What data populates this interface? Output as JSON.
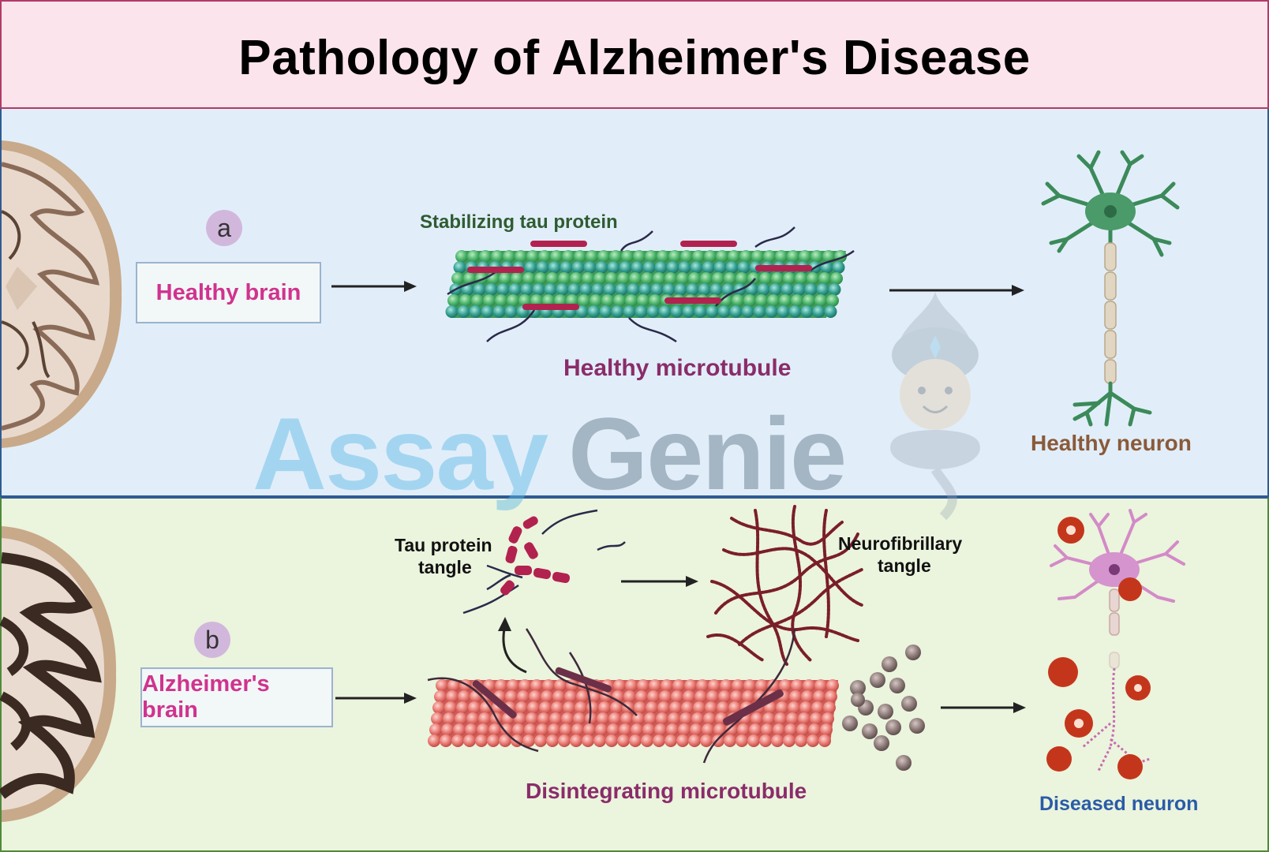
{
  "title": "Pathology of Alzheimer's Disease",
  "panel_a": {
    "letter": "a",
    "brain_label": "Healthy brain",
    "tau_label": "Stabilizing tau protein",
    "microtubule_label": "Healthy microtubule",
    "neuron_label": "Healthy neuron"
  },
  "panel_b": {
    "letter": "b",
    "brain_label": "Alzheimer's brain",
    "tangle_label_line1": "Tau protein",
    "tangle_label_line2": "tangle",
    "nft_label_line1": "Neurofibrillary",
    "nft_label_line2": "tangle",
    "microtubule_label": "Disintegrating microtubule",
    "neuron_label": "Diseased neuron"
  },
  "watermark": {
    "part1": "Assay",
    "part2": "Genie"
  },
  "colors": {
    "title_bg": "#fce4ec",
    "panel_a_bg": "#e1eef9",
    "panel_b_bg": "#ebf4dd",
    "healthy_green": "#3fa86b",
    "tau_red": "#b2224f",
    "diseased_red": "#e36b6b",
    "neuron_pink": "#d38ac7",
    "plaque_red": "#c4361b"
  }
}
